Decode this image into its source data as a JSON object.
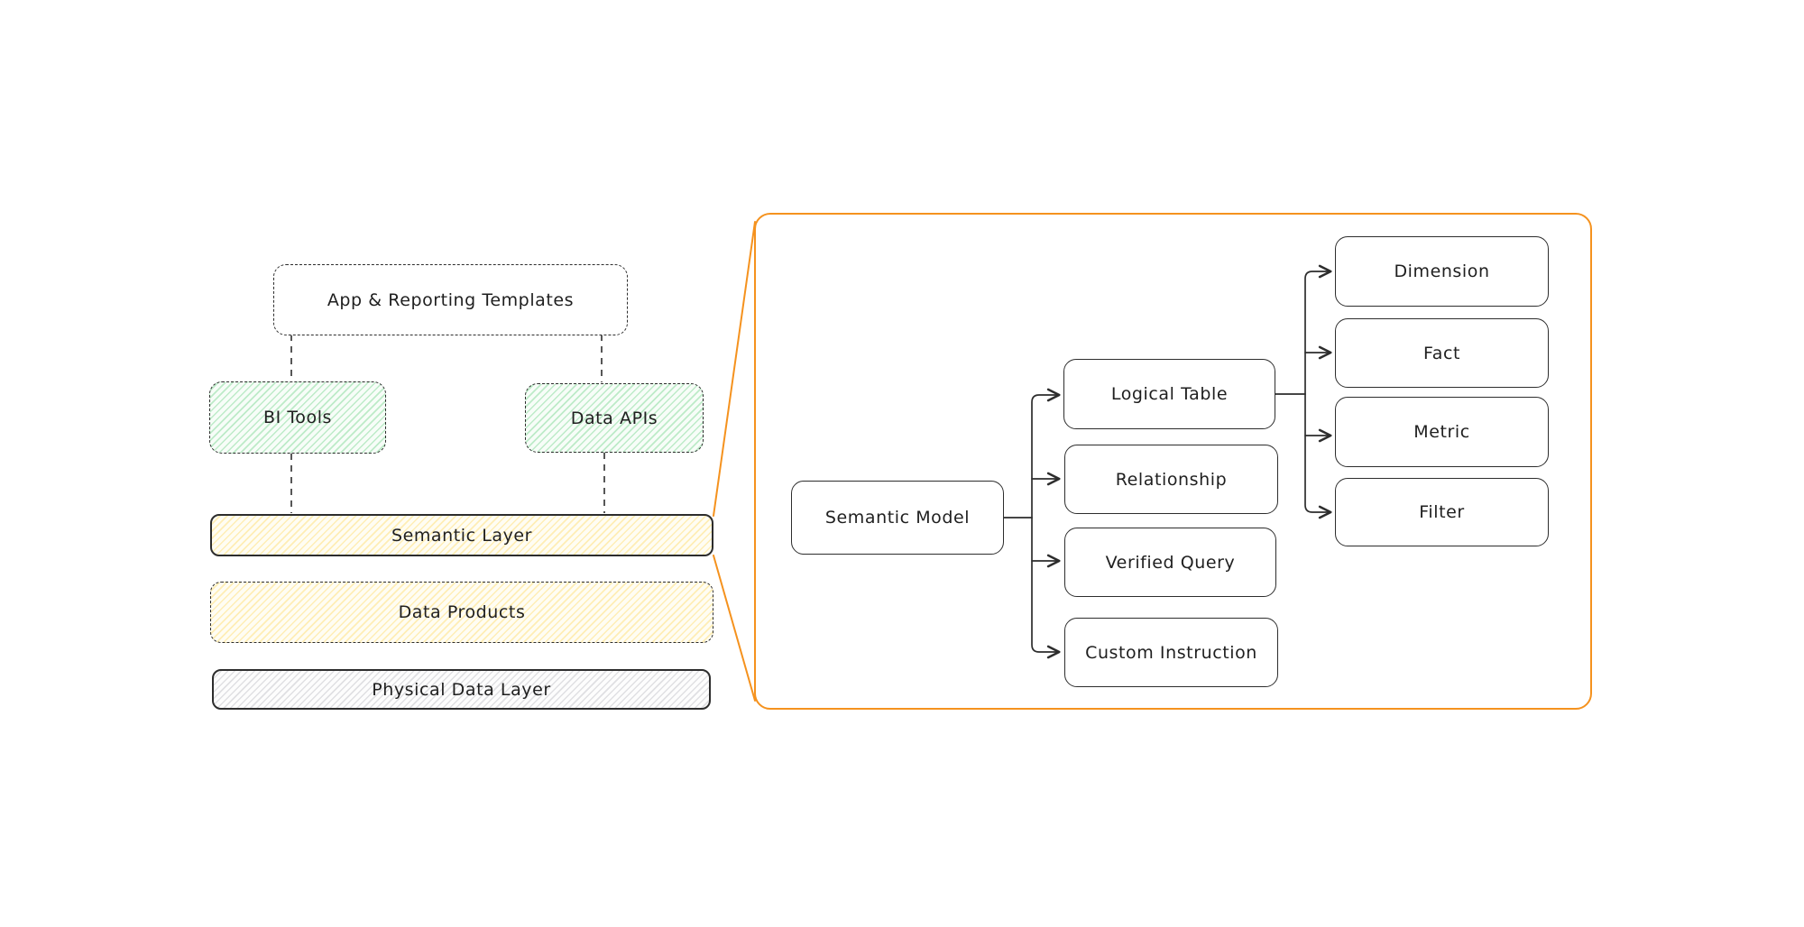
{
  "stack": {
    "app_templates": "App & Reporting Templates",
    "bi_tools": "BI Tools",
    "data_apis": "Data APIs",
    "semantic_layer": "Semantic Layer",
    "data_products": "Data Products",
    "physical_data_layer": "Physical Data Layer"
  },
  "panel": {
    "semantic_model": "Semantic Model",
    "logical_table": "Logical Table",
    "relationship": "Relationship",
    "verified_query": "Verified Query",
    "custom_instruction": "Custom Instruction",
    "dimension": "Dimension",
    "fact": "Fact",
    "metric": "Metric",
    "filter": "Filter"
  },
  "colors": {
    "accent_orange": "#f5921e",
    "ink": "#1f1f1f",
    "green_hachure": "#8edca0",
    "yellow_hachure": "#ffde78",
    "gray_hachure": "#b0b0b8"
  }
}
